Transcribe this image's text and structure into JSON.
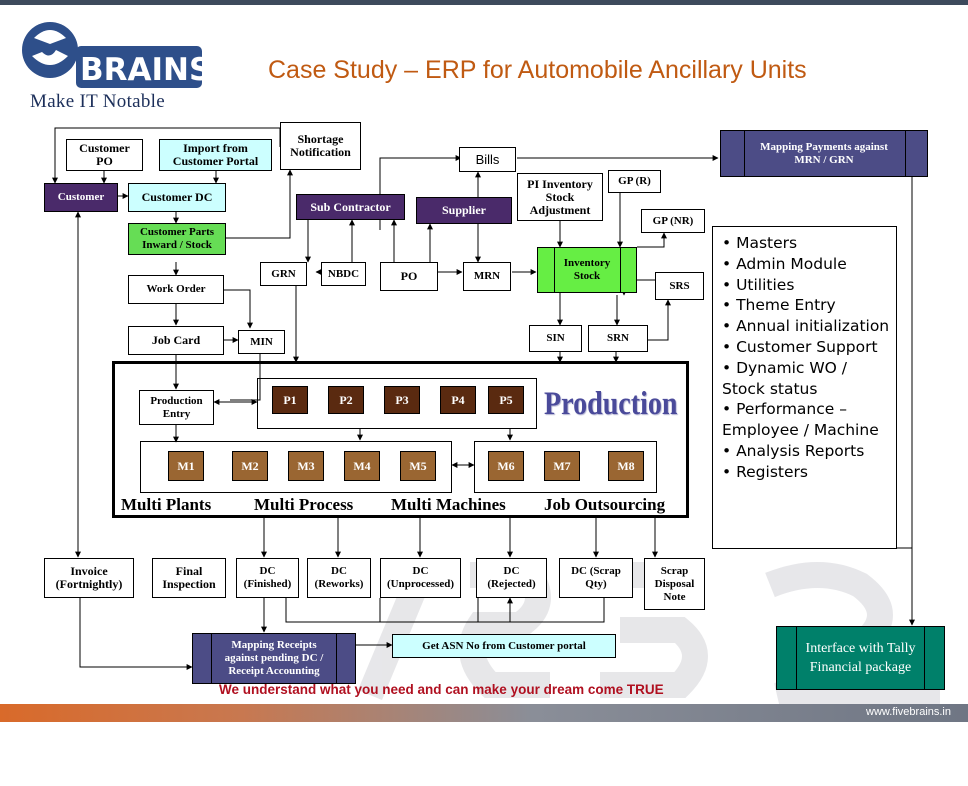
{
  "header": {
    "title": "Case Study – ERP for Automobile Ancillary Units",
    "logo_text": "BRAINS",
    "tagline": "Make IT Notable"
  },
  "nodes": {
    "customer_po": "Customer PO",
    "import_portal": "Import from Customer Portal",
    "shortage": "Shortage Notification",
    "bills": "Bills",
    "mapping_payments": "Mapping Payments against MRN / GRN",
    "customer": "Customer",
    "customer_dc": "Customer DC",
    "sub_contractor": "Sub Contractor",
    "supplier": "Supplier",
    "pi_inventory": "PI Inventory Stock Adjustment",
    "gp_r": "GP (R)",
    "gp_nr": "GP (NR)",
    "customer_parts": "Customer Parts Inward / Stock",
    "grn": "GRN",
    "nbdc": "NBDC",
    "po": "PO",
    "mrn": "MRN",
    "inventory_stock": "Inventory Stock",
    "srs": "SRS",
    "work_order": "Work Order",
    "job_card": "Job Card",
    "min": "MIN",
    "sin": "SIN",
    "srn": "SRN",
    "production_entry": "Production Entry",
    "invoice": "Invoice (Fortnightly)",
    "final_inspection": "Final Inspection",
    "dc_finished": "DC (Finished)",
    "dc_reworks": "DC (Reworks)",
    "dc_unprocessed": "DC (Unprocessed)",
    "dc_rejected": "DC (Rejected)",
    "dc_scrap": "DC (Scrap Qty)",
    "scrap_disposal": "Scrap Disposal Note",
    "mapping_receipts": "Mapping Receipts against pending DC / Receipt Accounting",
    "get_asn": "Get ASN No from Customer portal",
    "tally": "Interface with Tally Financial package"
  },
  "processes": [
    "P1",
    "P2",
    "P3",
    "P4",
    "P5"
  ],
  "machines": [
    "M1",
    "M2",
    "M3",
    "M4",
    "M5",
    "M6",
    "M7",
    "M8"
  ],
  "production": {
    "label": "Production",
    "captions": [
      "Multi Plants",
      "Multi Process",
      "Multi Machines",
      "Job Outsourcing"
    ]
  },
  "features": [
    "• Masters",
    "• Admin Module",
    "• Utilities",
    "• Theme Entry",
    "• Annual initialization",
    "• Customer Support",
    "• Dynamic WO / Stock status",
    "• Performance – Employee / Machine",
    "• Analysis Reports",
    "• Registers"
  ],
  "slogan": "We understand what you need and can make your dream come TRUE",
  "footer_url": "www.fivebrains.in",
  "colors": {
    "title": "#c05a12",
    "purple_box": "#4a2a6a",
    "cyan_box": "#ccffff",
    "green_box": "#66dd55",
    "process_box": "#5a2a10",
    "machine_box": "#9a6632",
    "tally_box": "#00806a",
    "slogan": "#b01020"
  }
}
